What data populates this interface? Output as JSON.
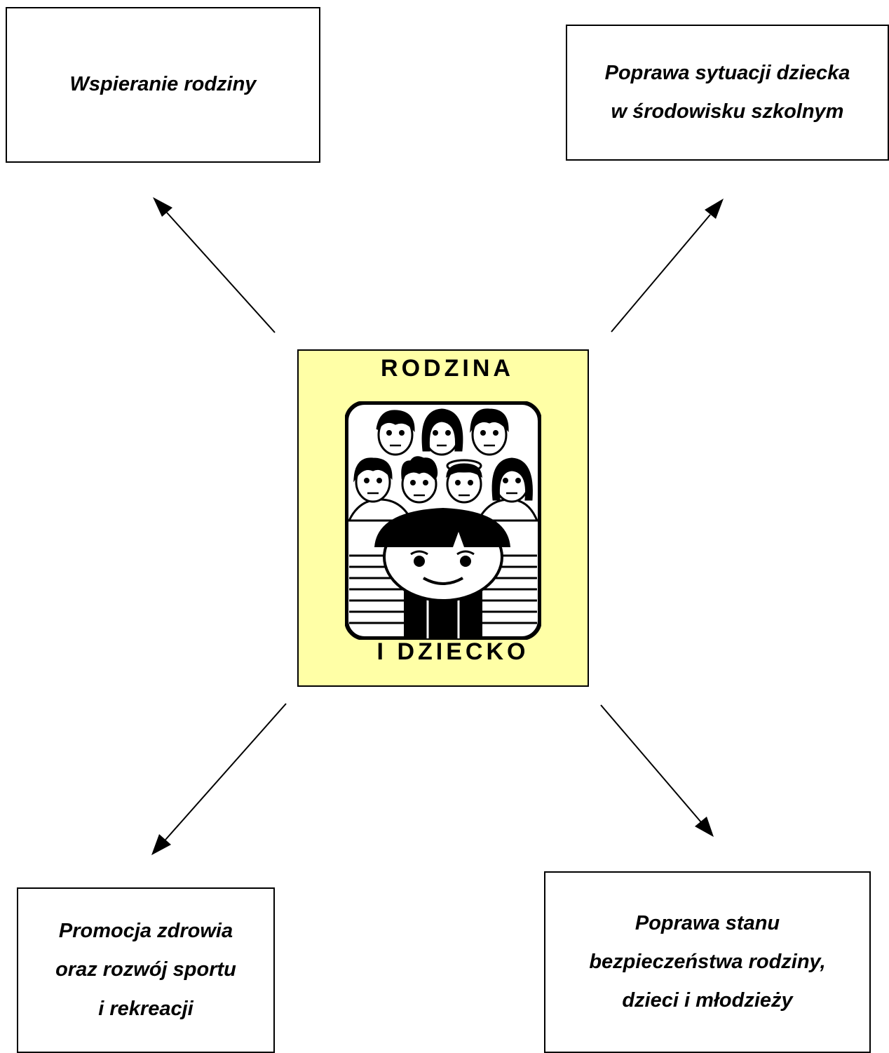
{
  "center": {
    "title_top": "RODZINA",
    "title_bottom": "I DZIECKO",
    "background": "#ffffa6",
    "picture": "family-group-icon"
  },
  "boxes": {
    "top_left": {
      "lines": [
        "Wspieranie rodziny"
      ]
    },
    "top_right": {
      "lines": [
        "Poprawa sytuacji dziecka",
        "w środowisku szkolnym"
      ]
    },
    "bottom_left": {
      "lines": [
        "Promocja zdrowia",
        "oraz rozwój sportu",
        "i rekreacji"
      ]
    },
    "bottom_right": {
      "lines": [
        "Poprawa stanu",
        "bezpieczeństwa rodziny,",
        "dzieci i młodzieży"
      ]
    }
  }
}
